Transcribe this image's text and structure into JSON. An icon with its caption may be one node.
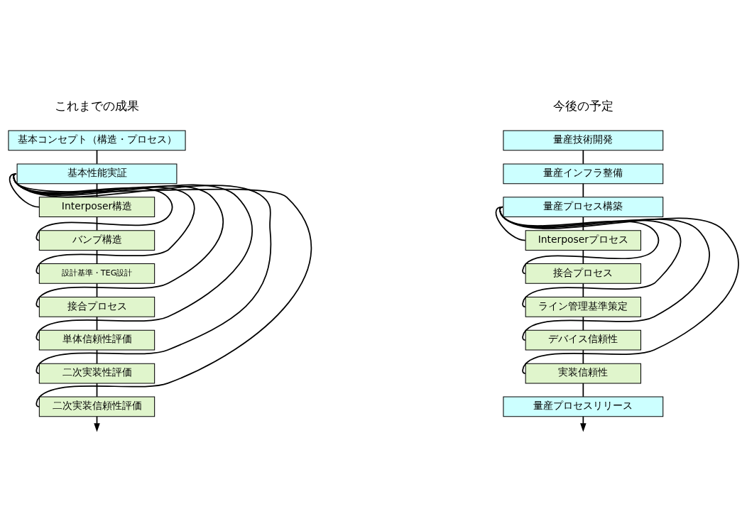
{
  "diagram": {
    "nodes": [
      {
        "text": [
          "基本コンセプト（構造・プロセス）"
        ]
      },
      {
        "text": [
          "基本性能実証"
        ]
      },
      {
        "text": [
          "Interposer構造"
        ]
      },
      {
        "text": [
          "バンプ構造"
        ]
      },
      {
        "text": [
          "設計基準・TEG設計"
        ]
      },
      {
        "text": [
          "接合プロセス"
        ]
      },
      {
        "text": [
          "単体信頼性評価"
        ]
      },
      {
        "text": [
          "二次実装性評価"
        ]
      },
      {
        "text": [
          "二次実装信頼性評価"
        ]
      },
      {
        "text": [
          "量産技術開発"
        ]
      },
      {
        "text": [
          "量産インフラ整備"
        ]
      },
      {
        "text": [
          "量産プロセス構築"
        ]
      },
      {
        "text": [
          "Interposerプロセス"
        ]
      },
      {
        "text": [
          "接合プロセス"
        ]
      },
      {
        "text": [
          "ライン管理基準策定"
        ]
      },
      {
        "text": [
          "デバイス信頼性"
        ]
      },
      {
        "text": [
          "実装信頼性"
        ]
      },
      {
        "text": [
          "量産プロセスリリース"
        ]
      }
    ],
    "edges": [
      {
        "from": 0,
        "to": 1,
        "arrow": "none"
      },
      {
        "from": 1,
        "to": 2,
        "arrow": "none"
      },
      {
        "from": 2,
        "to": 3,
        "arrow": "none"
      },
      {
        "from": 3,
        "to": 4,
        "arrow": "none"
      },
      {
        "from": 4,
        "to": 5,
        "arrow": "none"
      },
      {
        "from": 5,
        "to": 6,
        "arrow": "none"
      },
      {
        "from": 6,
        "to": 7,
        "arrow": "none"
      },
      {
        "from": 7,
        "to": 8,
        "arrow": "none"
      },
      {
        "from": 8,
        "to": null,
        "arrow": "to"
      },
      {
        "from": 1,
        "to": 2,
        "arrow": "none"
      },
      {
        "from": 1,
        "to": 3,
        "arrow": "none"
      },
      {
        "from": 1,
        "to": 4,
        "arrow": "none"
      },
      {
        "from": 1,
        "to": 5,
        "arrow": "none"
      },
      {
        "from": 1,
        "to": 6,
        "arrow": "none"
      },
      {
        "from": 1,
        "to": 7,
        "arrow": "none"
      },
      {
        "from": 1,
        "to": 8,
        "arrow": "none"
      },
      {
        "from": 9,
        "to": 10,
        "arrow": "none"
      },
      {
        "from": 10,
        "to": 11,
        "arrow": "none"
      },
      {
        "from": 11,
        "to": 12,
        "arrow": "none"
      },
      {
        "from": 12,
        "to": 13,
        "arrow": "none"
      },
      {
        "from": 13,
        "to": 14,
        "arrow": "none"
      },
      {
        "from": 14,
        "to": 15,
        "arrow": "none"
      },
      {
        "from": 15,
        "to": 16,
        "arrow": "none"
      },
      {
        "from": 16,
        "to": 17,
        "arrow": "none"
      },
      {
        "from": 17,
        "to": null,
        "arrow": "to"
      },
      {
        "from": 11,
        "to": 12,
        "arrow": "none"
      },
      {
        "from": 11,
        "to": 13,
        "arrow": "none"
      },
      {
        "from": 11,
        "to": 14,
        "arrow": "none"
      },
      {
        "from": 11,
        "to": 15,
        "arrow": "none"
      },
      {
        "from": 11,
        "to": 16,
        "arrow": "none"
      }
    ],
    "labels": [
      "これまでの成果",
      "今後の予定"
    ]
  }
}
